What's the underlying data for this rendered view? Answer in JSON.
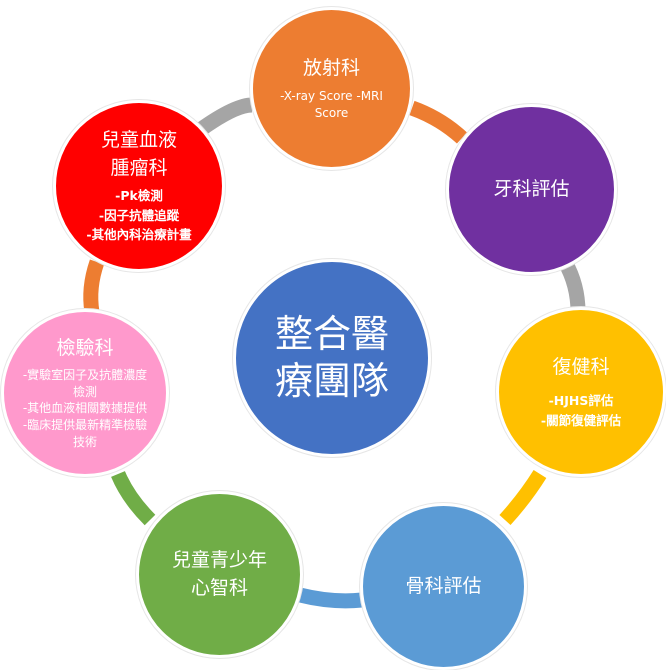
{
  "center": {
    "lines": [
      "整合醫",
      "療團隊"
    ],
    "color": "#4472C4"
  },
  "nodes": {
    "radiology": {
      "title": "放射科",
      "detail": "-X-ray Score -MRI Score",
      "color": "#ED7D31"
    },
    "dental": {
      "title": "牙科評估",
      "color": "#7030A0"
    },
    "rehab": {
      "title": "復健科",
      "details": [
        "-HJHS評估",
        "-關節復健評估"
      ],
      "color": "#FFC000"
    },
    "ortho": {
      "title": "骨科評估",
      "color": "#5B9BD5"
    },
    "psych": {
      "title_lines": [
        "兒童青少年",
        "心智科"
      ],
      "color": "#70AD47"
    },
    "lab": {
      "title": "檢驗科",
      "details": [
        "-實驗室因子及抗體濃度檢測",
        "-其他血液相關數據提供",
        "-臨床提供最新精準檢驗技術"
      ],
      "color": "#FF99CC"
    },
    "hemonc": {
      "title_lines": [
        "兒童血液",
        "腫瘤科"
      ],
      "details": [
        "-Pk檢測",
        "-因子抗體追蹤",
        "-其他內科治療計畫"
      ],
      "color": "#FF0000"
    }
  },
  "connectors": [
    "#A5A5A5",
    "#ED7D31",
    "#A5A5A5",
    "#FFC000",
    "#5B9BD5",
    "#70AD47",
    "#ED7D31"
  ]
}
